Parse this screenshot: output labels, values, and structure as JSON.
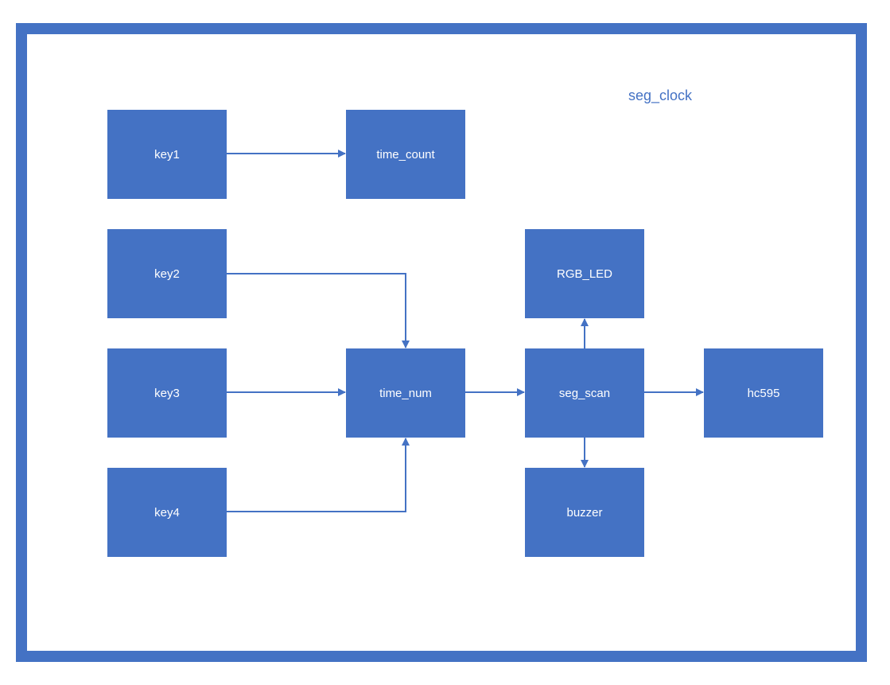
{
  "title": "seg_clock",
  "colors": {
    "block_fill": "#4472C4",
    "block_text": "#FFFFFF",
    "frame": "#4472C4",
    "edge": "#4472C4",
    "title_text": "#4472C4"
  },
  "blocks": {
    "key1": "key1",
    "key2": "key2",
    "key3": "key3",
    "key4": "key4",
    "time_count": "time_count",
    "time_num": "time_num",
    "seg_scan": "seg_scan",
    "rgb_led": "RGB_LED",
    "buzzer": "buzzer",
    "hc595": "hc595"
  },
  "edges": [
    {
      "from": "key1",
      "to": "time_count"
    },
    {
      "from": "key2",
      "to": "time_num"
    },
    {
      "from": "key3",
      "to": "time_num"
    },
    {
      "from": "key4",
      "to": "time_num"
    },
    {
      "from": "time_num",
      "to": "seg_scan"
    },
    {
      "from": "seg_scan",
      "to": "RGB_LED"
    },
    {
      "from": "seg_scan",
      "to": "buzzer"
    },
    {
      "from": "seg_scan",
      "to": "hc595"
    }
  ]
}
